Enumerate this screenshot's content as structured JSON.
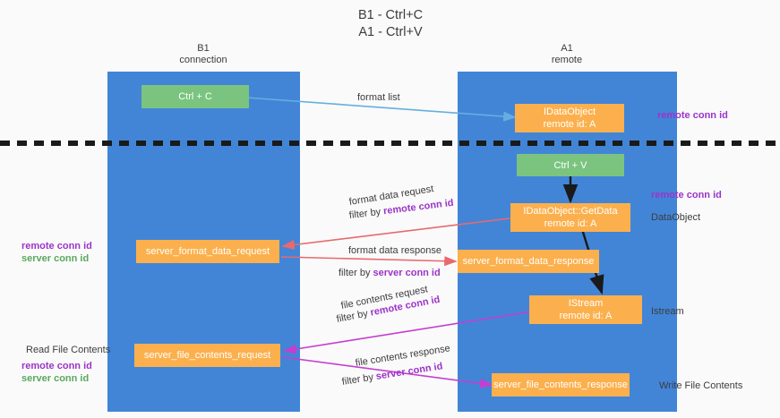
{
  "title": "B1 - Ctrl+C\nA1 - Ctrl+V",
  "colors": {
    "lane": "#4285d7",
    "orange": "#fbb04d",
    "green": "#7ac47f",
    "purple": "#9b34c9",
    "green_text": "#5aa85f",
    "red_arrow": "#e8696e",
    "blue_arrow": "#66aee0",
    "magenta_arrow": "#c43fd0",
    "black": "#1a1a1a",
    "background": "#fafafa"
  },
  "lanes": [
    {
      "name": "b1",
      "header": "B1\nconnection"
    },
    {
      "name": "a1",
      "header": "A1\nremote"
    }
  ],
  "nodes": {
    "ctrl_c": "Ctrl + C",
    "ctrl_v": "Ctrl + V",
    "idataobject": "IDataObject\nremote id: A",
    "idataobject_getdata": "IDataObject::GetData\nremote id: A",
    "istream": "IStream\nremote id: A",
    "server_format_data_request": "server_format_data_request",
    "server_format_data_response": "server_format_data_response",
    "server_file_contents_request": "server_file_contents_request",
    "server_file_contents_response": "server_file_contents_response"
  },
  "edge_labels": {
    "format_list": "format list",
    "format_data_request": "format data request",
    "format_data_response": "format data response",
    "file_contents_request": "file contents request",
    "file_contents_response": "file contents response",
    "filter_by": "filter by ",
    "remote_conn_id": "remote conn id",
    "server_conn_id": "server conn id"
  },
  "side_labels": {
    "remote_conn_id_top": "remote conn id",
    "remote_conn_id_mid": "remote conn id",
    "dataobject": "DataObject",
    "istream": "Istream",
    "write_file_contents": "Write File Contents",
    "read_file_contents": "Read File Contents",
    "left_remote_conn_id_a": "remote conn id",
    "left_server_conn_id_a": "server conn id",
    "left_remote_conn_id_b": "remote conn id",
    "left_server_conn_id_b": "server conn id"
  }
}
